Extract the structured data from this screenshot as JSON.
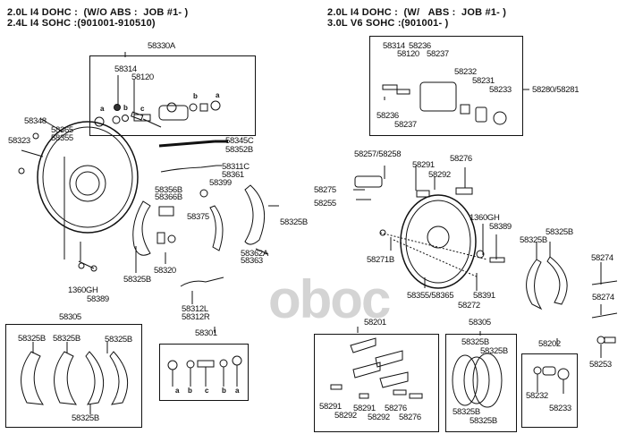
{
  "headers": {
    "left": [
      "2.0L I4 DOHC :  (W/O ABS :  JOB #1- )",
      "2.4L I4 SOHC :(901001-910510)"
    ],
    "right": [
      "2.0L I4 DOHC :  (W/   ABS :  JOB #1- )",
      "3.0L V6 SOHC :(901001- )"
    ]
  },
  "watermark": "oboc",
  "left": {
    "wheel_cylinder_kit": {
      "title": "58330A",
      "labels": [
        "58314",
        "58120"
      ],
      "markers": [
        "a",
        "b",
        "c",
        "b",
        "a"
      ]
    },
    "parts": [
      {
        "id": "58348"
      },
      {
        "id": "58323"
      },
      {
        "id": "58365"
      },
      {
        "id": "58355"
      },
      {
        "id": "58345C"
      },
      {
        "id": "58352B"
      },
      {
        "id": "58311C"
      },
      {
        "id": "58361"
      },
      {
        "id": "58356B"
      },
      {
        "id": "58366B"
      },
      {
        "id": "58399"
      },
      {
        "id": "58375"
      },
      {
        "id": "58325B"
      },
      {
        "id": "58325B"
      },
      {
        "id": "58320"
      },
      {
        "id": "58362A"
      },
      {
        "id": "58363"
      },
      {
        "id": "1360GH"
      },
      {
        "id": "58389"
      },
      {
        "id": "58312L"
      },
      {
        "id": "58312R"
      }
    ],
    "shoe_kit": {
      "title": "58305",
      "labels": [
        "58325B",
        "58325B",
        "58325B",
        "58325B"
      ]
    },
    "hardware_kit": {
      "title": "58301",
      "markers": [
        "a",
        "b",
        "c",
        "b",
        "a"
      ]
    }
  },
  "right": {
    "caliper_kit": {
      "title": "58280/58281",
      "labels": [
        "58314",
        "58236",
        "58120",
        "58237",
        "58232",
        "58231",
        "58233",
        "58236",
        "58237"
      ]
    },
    "parts": [
      {
        "id": "58257/58258"
      },
      {
        "id": "58275"
      },
      {
        "id": "58255"
      },
      {
        "id": "58291"
      },
      {
        "id": "58292"
      },
      {
        "id": "58276"
      },
      {
        "id": "1360GH"
      },
      {
        "id": "58389"
      },
      {
        "id": "58271B"
      },
      {
        "id": "58355/58365"
      },
      {
        "id": "58391"
      },
      {
        "id": "58272"
      },
      {
        "id": "58325B"
      },
      {
        "id": "58325B"
      },
      {
        "id": "58274"
      },
      {
        "id": "58274"
      },
      {
        "id": "58253"
      }
    ],
    "pad_kit": {
      "title": "58201",
      "labels": [
        "58291",
        "58292",
        "58291",
        "58292",
        "58276",
        "58276"
      ]
    },
    "shoe_kit": {
      "title": "58305",
      "labels": [
        "58325B",
        "58325B",
        "58325B",
        "58325B"
      ]
    },
    "seal_kit": {
      "title": "58202",
      "labels": [
        "58232",
        "58233"
      ]
    }
  }
}
